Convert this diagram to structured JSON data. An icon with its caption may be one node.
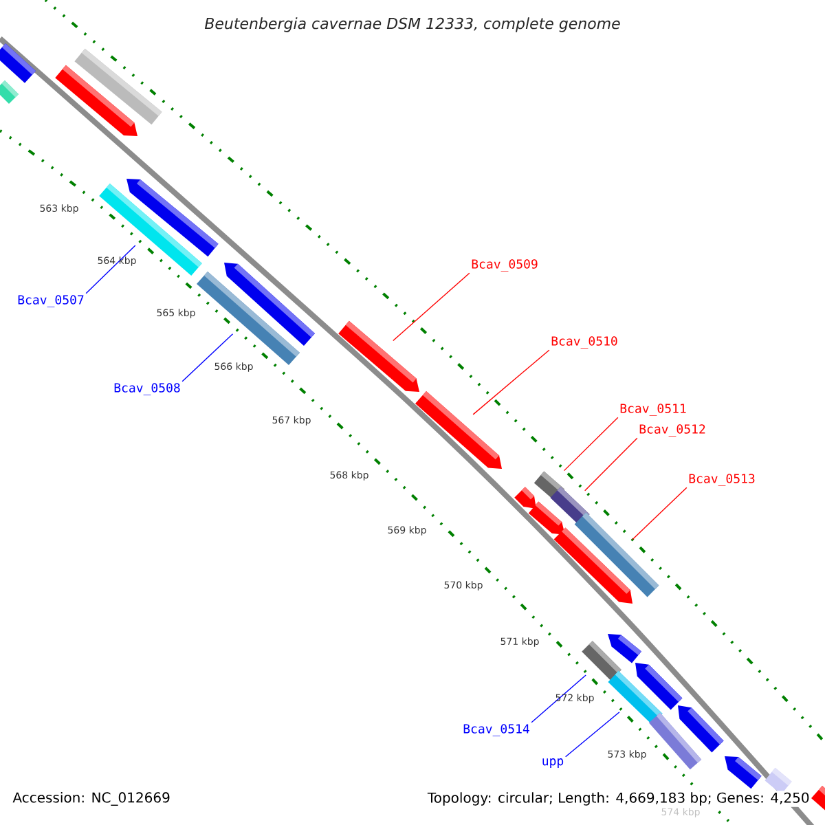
{
  "diagram": {
    "title": "Beutenbergia cavernae DSM 12333, complete genome",
    "nodes": [
      {
        "text": [
          "Bcav_0507"
        ]
      },
      {
        "text": [
          "Bcav_0508"
        ]
      },
      {
        "text": [
          "Bcav_0509"
        ]
      },
      {
        "text": [
          "Bcav_0510"
        ]
      },
      {
        "text": [
          "Bcav_0511"
        ]
      },
      {
        "text": [
          "Bcav_0512"
        ]
      },
      {
        "text": [
          "Bcav_0513"
        ]
      },
      {
        "text": [
          "Bcav_0514"
        ]
      },
      {
        "text": [
          "upp"
        ]
      },
      {
        "text": [],
        "shape": "bar"
      },
      {
        "text": [],
        "shape": "bar"
      },
      {
        "text": [],
        "shape": "bar"
      },
      {
        "text": [],
        "shape": "bar"
      },
      {
        "text": [],
        "shape": "bar"
      },
      {
        "text": [],
        "shape": "bar"
      },
      {
        "text": [],
        "shape": "bar"
      },
      {
        "text": [],
        "shape": "bar"
      },
      {
        "text": [],
        "shape": "bar"
      },
      {
        "text": [],
        "shape": "bar"
      },
      {
        "text": [],
        "shape": "bar"
      },
      {
        "text": [],
        "shape": "bar"
      },
      {
        "text": [],
        "shape": "bar"
      },
      {
        "text": [],
        "shape": "bar"
      },
      {
        "text": [],
        "shape": "bar"
      },
      {
        "text": [],
        "shape": "bar"
      },
      {
        "text": [],
        "shape": "bar"
      },
      {
        "text": [],
        "shape": "bar"
      },
      {
        "text": [],
        "shape": "bar"
      },
      {
        "text": [],
        "shape": "bar"
      },
      {
        "text": [],
        "shape": "bar"
      },
      {
        "text": [],
        "shape": "bar"
      },
      {
        "text": [],
        "shape": "bar"
      },
      {
        "text": [],
        "shape": "bar"
      },
      {
        "text": [],
        "shape": "bar"
      }
    ],
    "edges": [
      {
        "from": 0,
        "to": 14,
        "arrow": "none",
        "color": "#0000ff"
      },
      {
        "from": 1,
        "to": 16,
        "arrow": "none",
        "color": "#0000ff"
      },
      {
        "from": 2,
        "to": 17,
        "arrow": "none"
      },
      {
        "from": 3,
        "to": 18,
        "arrow": "none"
      },
      {
        "from": 4,
        "to": 19,
        "arrow": "none"
      },
      {
        "from": 5,
        "to": 21,
        "arrow": "none"
      },
      {
        "from": 6,
        "to": 23,
        "arrow": "none"
      },
      {
        "from": 7,
        "to": 26,
        "arrow": "none",
        "color": "#0000ff"
      },
      {
        "from": 8,
        "to": 28,
        "arrow": "none",
        "color": "#0000ff"
      }
    ],
    "labels": [
      "563 kbp",
      "564 kbp",
      "565 kbp",
      "566 kbp",
      "567 kbp",
      "568 kbp",
      "569 kbp",
      "570 kbp",
      "571 kbp",
      "572 kbp",
      "573 kbp",
      "574 kbp",
      "Accession: NC_012669",
      "Topology: circular; Length: 4,669,183 bp; Genes: 4,250"
    ]
  }
}
